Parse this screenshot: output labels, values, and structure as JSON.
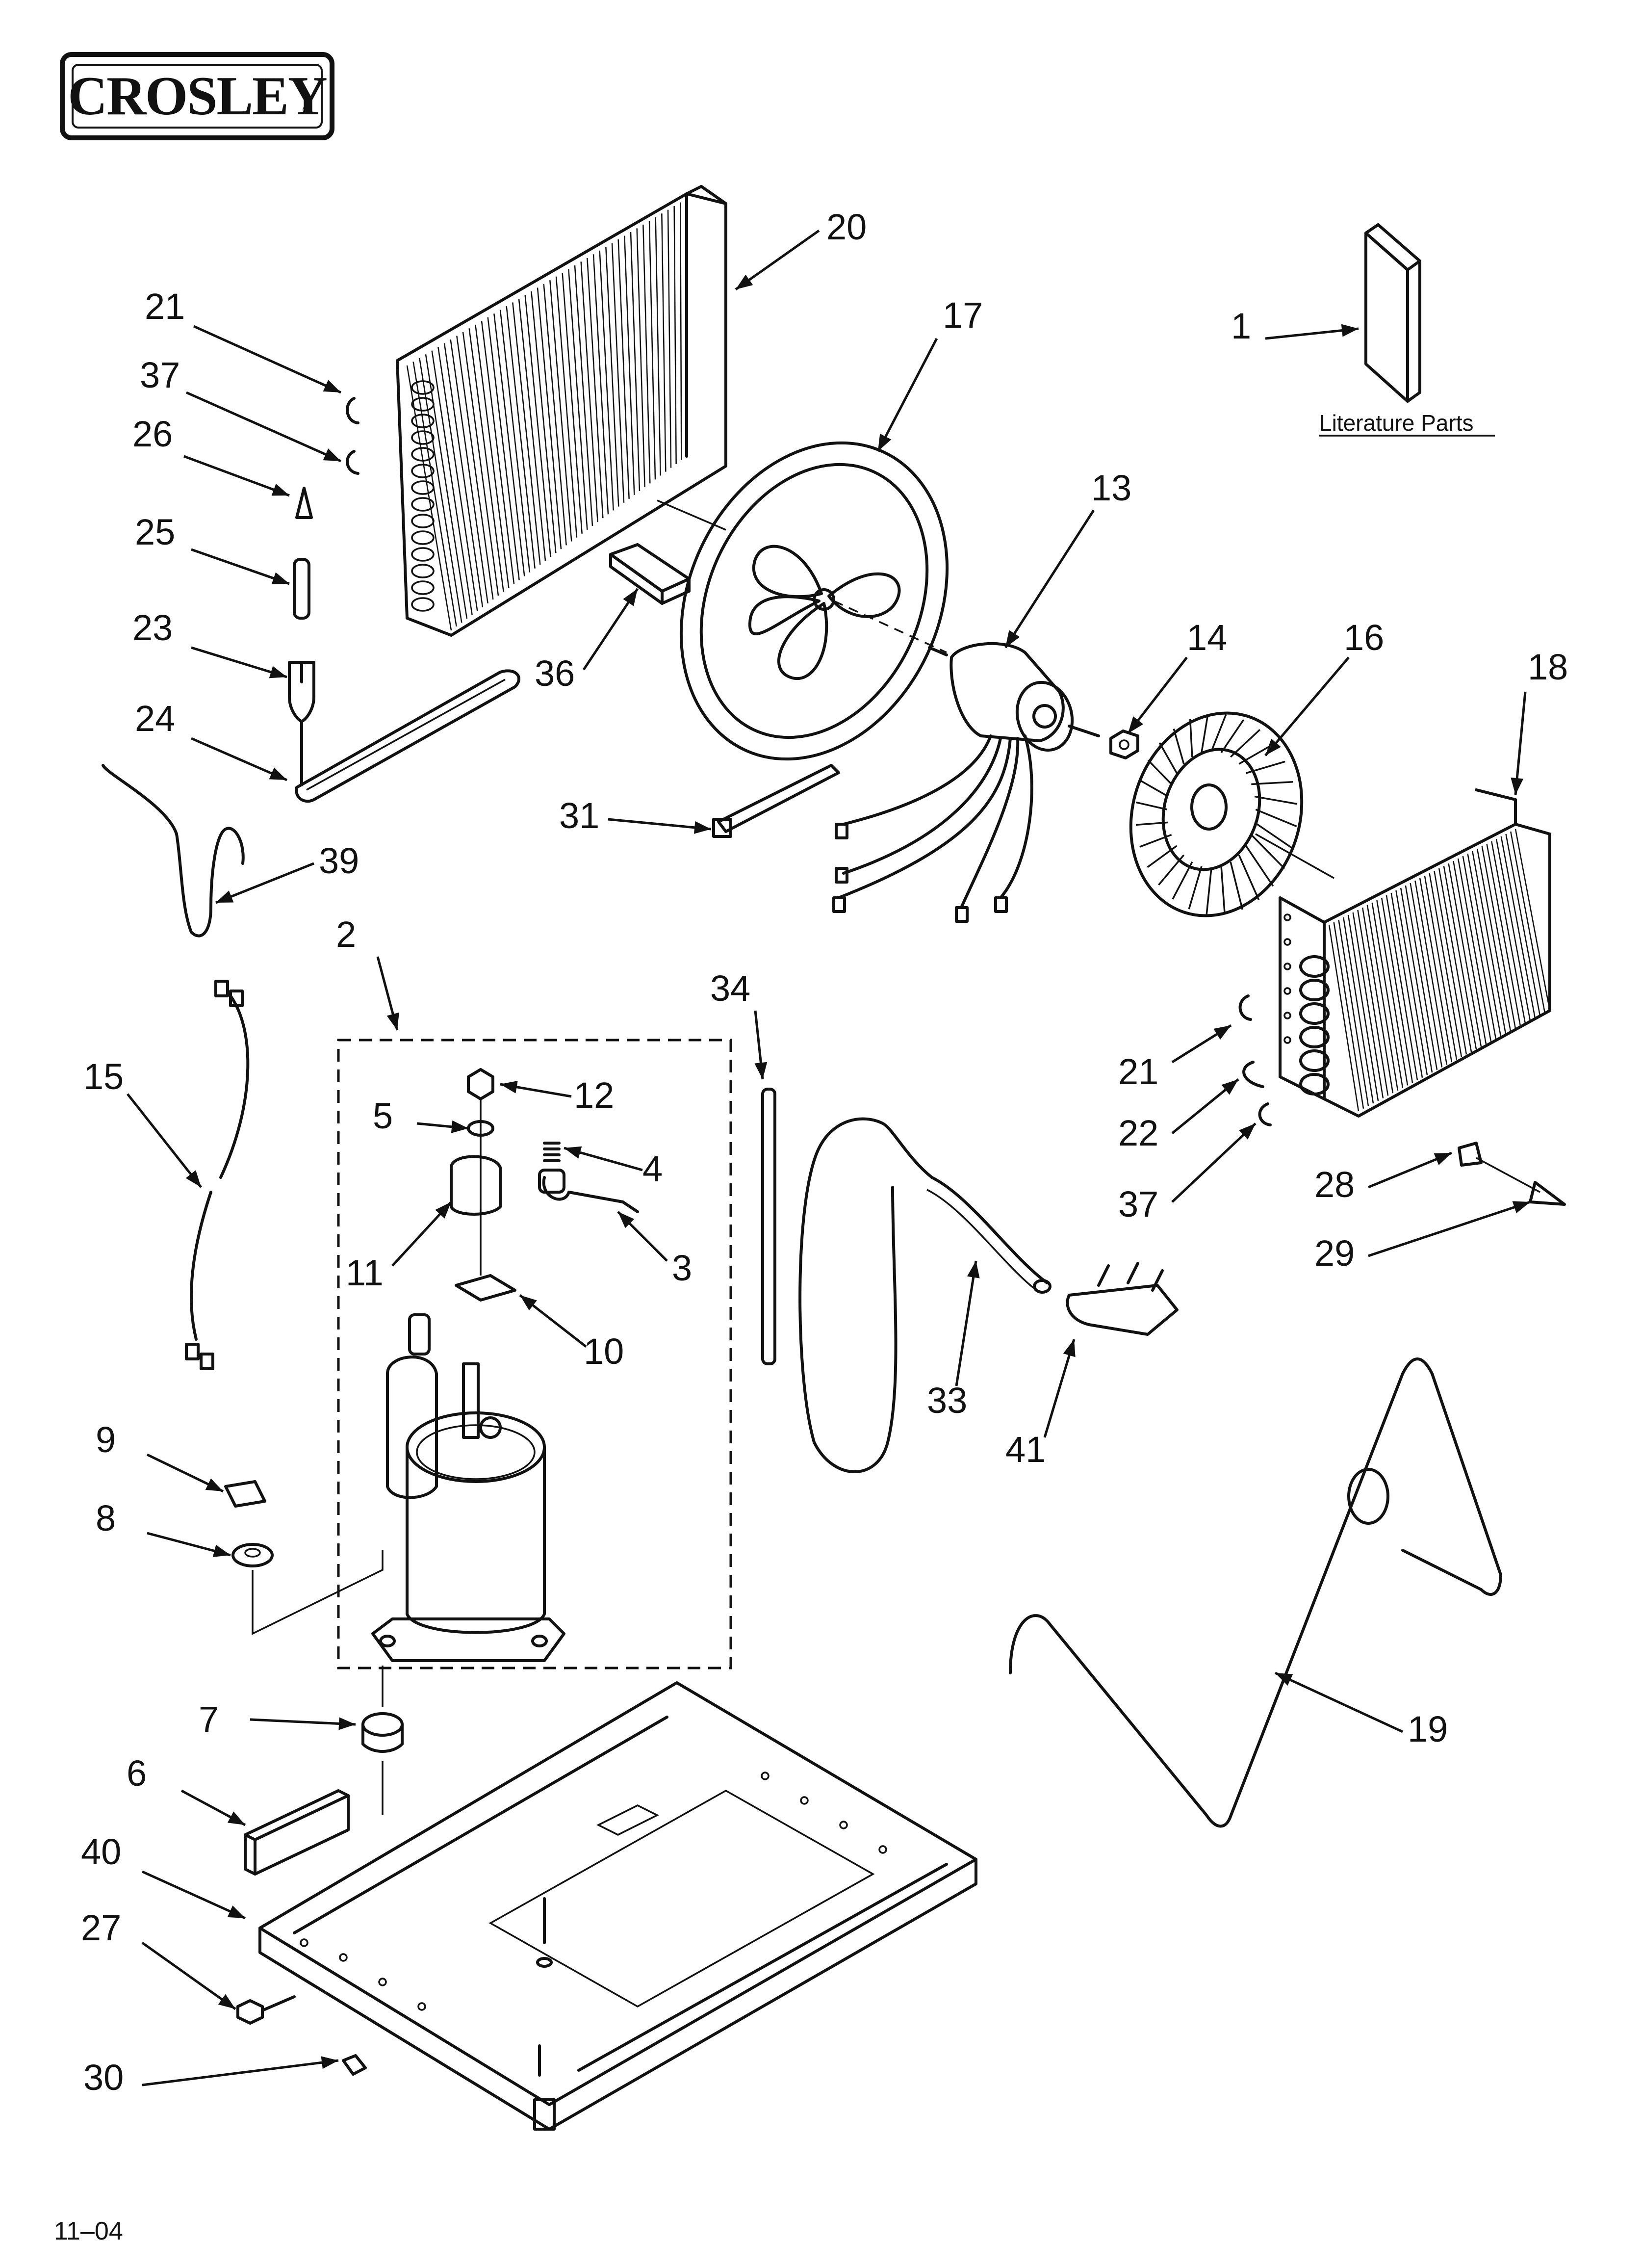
{
  "brand": {
    "logo_text": "CROSLEY",
    "registered_mark": "®"
  },
  "literature_label": "Literature Parts",
  "revision": "11–04",
  "callouts": {
    "c1": "1",
    "c2": "2",
    "c3": "3",
    "c4": "4",
    "c5": "5",
    "c6": "6",
    "c7": "7",
    "c8": "8",
    "c9": "9",
    "c10": "10",
    "c11": "11",
    "c12": "12",
    "c13": "13",
    "c14": "14",
    "c15": "15",
    "c16": "16",
    "c17": "17",
    "c18": "18",
    "c19": "19",
    "c20": "20",
    "c21a": "21",
    "c21b": "21",
    "c22": "22",
    "c23": "23",
    "c24": "24",
    "c25": "25",
    "c26": "26",
    "c27": "27",
    "c28": "28",
    "c29": "29",
    "c30": "30",
    "c31": "31",
    "c33": "33",
    "c34": "34",
    "c36": "36",
    "c37a": "37",
    "c37b": "37",
    "c39": "39",
    "c40": "40",
    "c41": "41"
  }
}
